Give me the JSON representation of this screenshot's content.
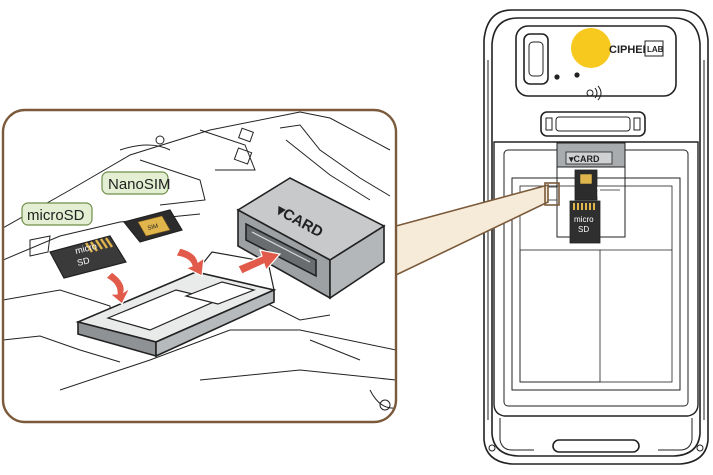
{
  "callouts": {
    "nanosim": "NanoSIM",
    "microsd": "microSD"
  },
  "card_marks": {
    "microsd_upper": "micro",
    "microsd_lower": "SD",
    "sim": "SIM"
  },
  "slot_label": "▾CARD",
  "device_slot_label": "▾CARD",
  "brand": {
    "left": "CIPHER",
    "right": "LAB"
  },
  "colors": {
    "frame": "#7a5a3a",
    "callout_fill": "#e3eed2",
    "callout_stroke": "#6f8f4a",
    "logo_yellow": "#f7c81d",
    "arrow_red": "#e15a4a",
    "slot_gray": "#9ea1a4",
    "cover_gray": "#a9acae",
    "line": "#222222"
  }
}
